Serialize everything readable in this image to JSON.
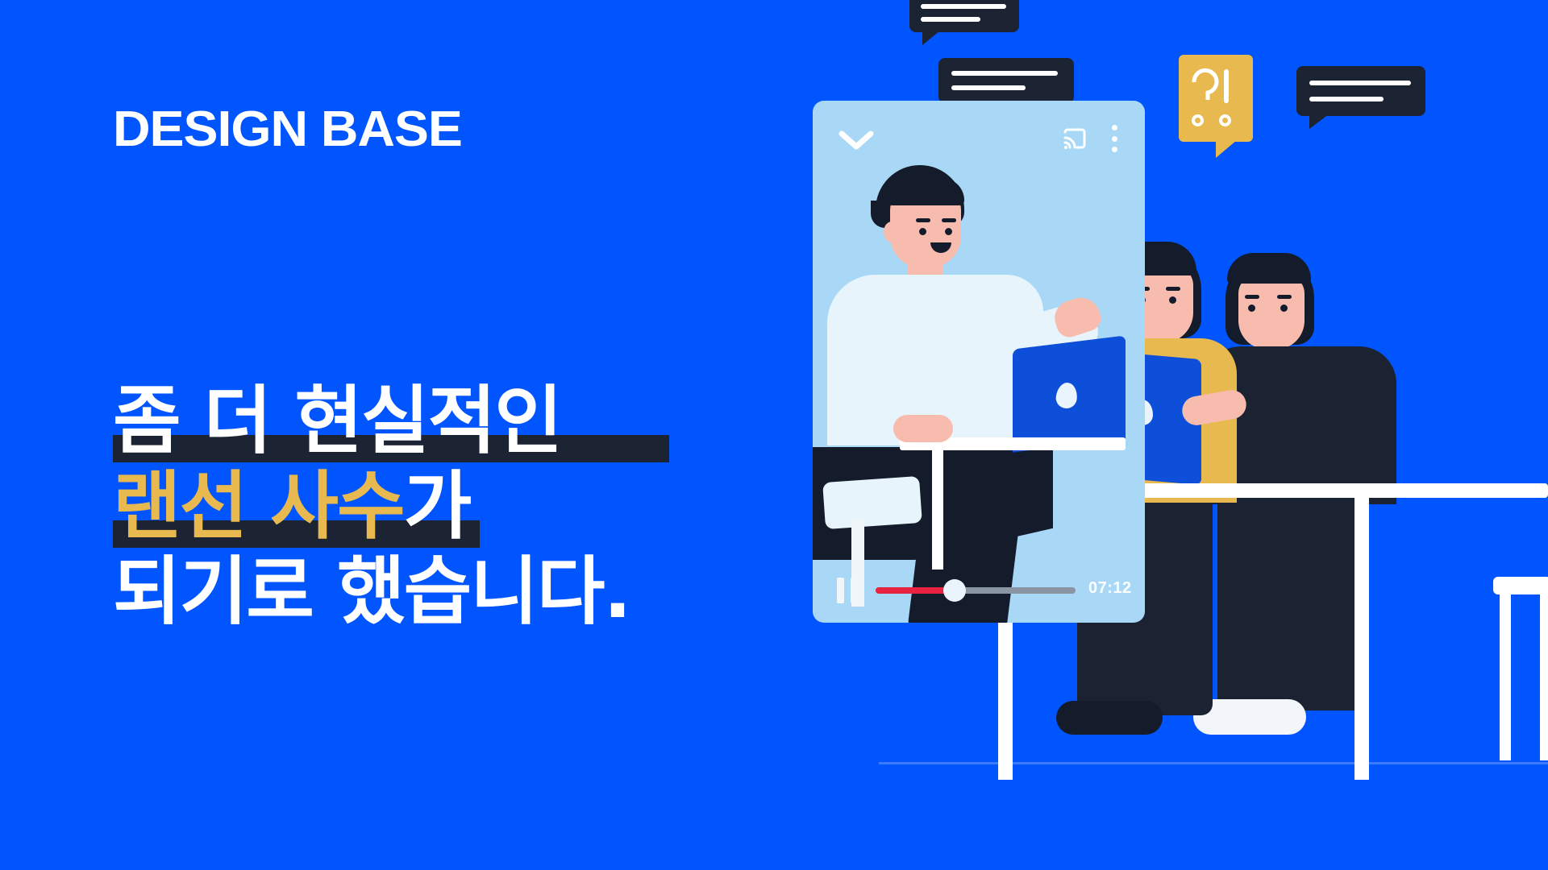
{
  "theme": {
    "background": "#0055FF",
    "accent_gold": "#E8B94F",
    "dark": "#1C2433",
    "white": "#FFFFFF",
    "progress_red": "#E8233F",
    "panel_light_blue": "#A8D8F5"
  },
  "brand": {
    "logo_text": "DESIGN BASE"
  },
  "headline": {
    "lines": [
      {
        "text": "좀 더 현실적인",
        "color": "white",
        "underlined": true
      },
      {
        "gold_text": "랜선 사수",
        "white_text": "가",
        "underlined": true
      },
      {
        "text": "되기로 했습니다.",
        "color": "white",
        "underlined": false
      }
    ],
    "line1": "좀 더 현실적인",
    "line2_gold": "랜선 사수",
    "line2_white": "가",
    "line3": "되기로 했습니다."
  },
  "illustration": {
    "video_panel": {
      "chevron_icon": "chevron-down-icon",
      "cast_icon": "cast-icon",
      "menu_icon": "kebab-menu-icon",
      "controls": {
        "pause_icon": "pause-icon",
        "timestamp": "07:12",
        "progress_percent": 38
      }
    },
    "bubbles": {
      "question_mark": "?",
      "exclamation_mark": "!"
    }
  }
}
